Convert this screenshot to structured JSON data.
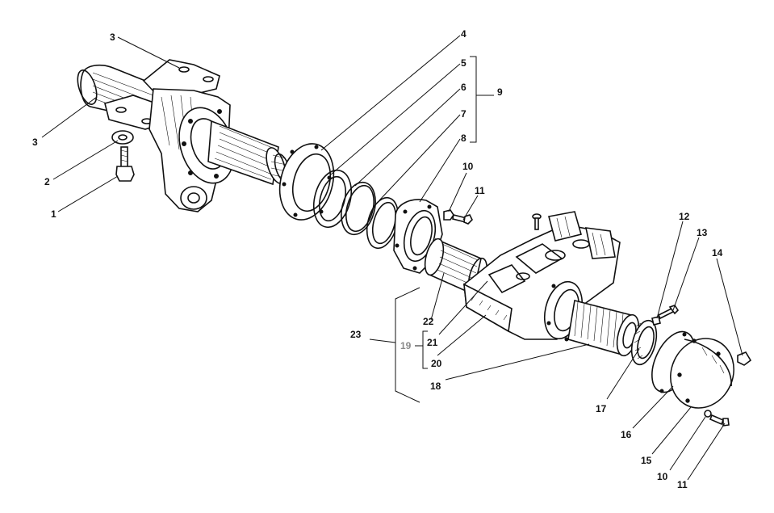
{
  "labels": {
    "l1": "1",
    "l2": "2",
    "l3a": "3",
    "l3b": "3",
    "l4": "4",
    "l5": "5",
    "l6": "6",
    "l7": "7",
    "l8": "8",
    "l9": "9",
    "l10a": "10",
    "l10b": "10",
    "l11a": "11",
    "l11b": "11",
    "l12": "12",
    "l13": "13",
    "l14": "14",
    "l15": "15",
    "l16": "16",
    "l17": "17",
    "l18": "18",
    "l19": "19",
    "l20": "20",
    "l21": "21",
    "l22": "22",
    "l23": "23"
  },
  "colors": {
    "ink": "#111111",
    "background": "#ffffff",
    "muted_label": "#8a8a8a"
  }
}
